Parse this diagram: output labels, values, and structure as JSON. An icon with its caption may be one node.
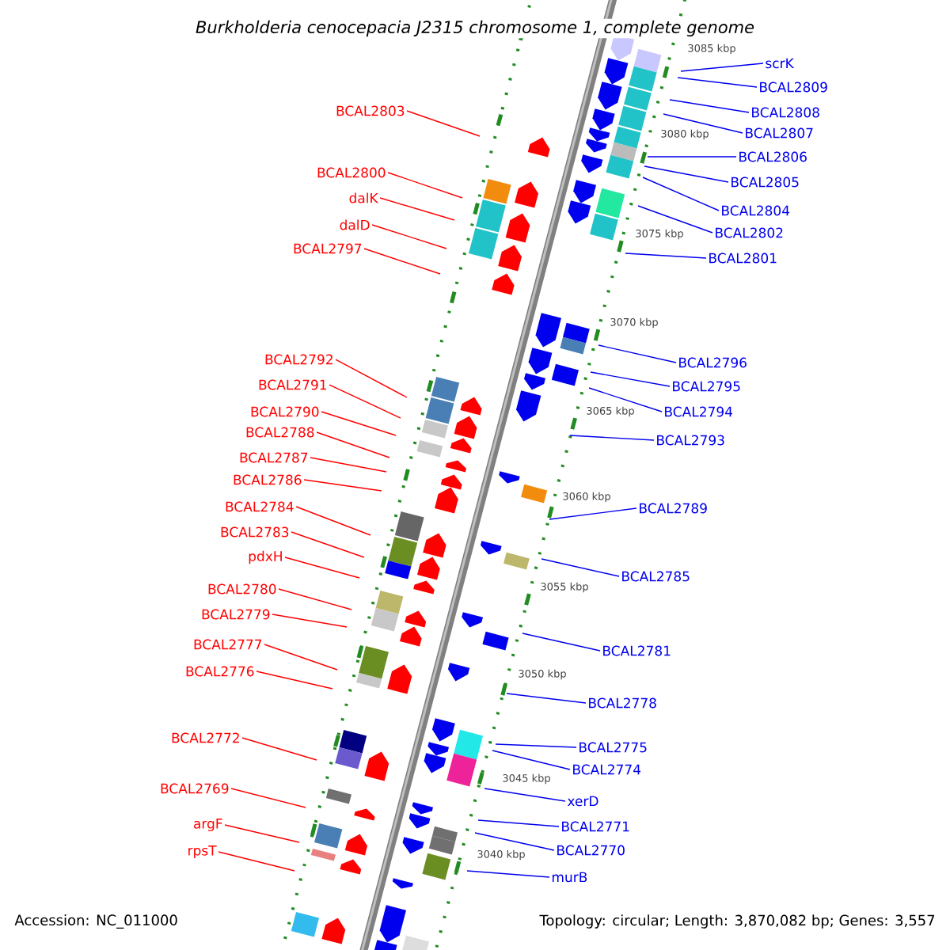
{
  "diagram": {
    "title": "Burkholderia cenocepacia J2315 chromosome 1, complete genome",
    "nodes": [
      {
        "text": [
          "BCAL2803"
        ]
      },
      {
        "text": [
          "BCAL2800"
        ]
      },
      {
        "text": [
          "dalK"
        ]
      },
      {
        "text": [
          "dalD"
        ]
      },
      {
        "text": [
          "BCAL2797"
        ]
      },
      {
        "text": [
          "BCAL2792"
        ]
      },
      {
        "text": [
          "BCAL2791"
        ]
      },
      {
        "text": [
          "BCAL2790"
        ]
      },
      {
        "text": [
          "BCAL2788"
        ]
      },
      {
        "text": [
          "BCAL2787"
        ]
      },
      {
        "text": [
          "BCAL2786"
        ]
      },
      {
        "text": [
          "BCAL2784"
        ]
      },
      {
        "text": [
          "BCAL2783"
        ]
      },
      {
        "text": [
          "pdxH"
        ]
      },
      {
        "text": [
          "BCAL2780"
        ]
      },
      {
        "text": [
          "BCAL2779"
        ]
      },
      {
        "text": [
          "BCAL2777"
        ]
      },
      {
        "text": [
          "BCAL2776"
        ]
      },
      {
        "text": [
          "BCAL2772"
        ]
      },
      {
        "text": [
          "BCAL2769"
        ]
      },
      {
        "text": [
          "argF"
        ]
      },
      {
        "text": [
          "rpsT"
        ]
      },
      {
        "text": [
          "scrK"
        ]
      },
      {
        "text": [
          "BCAL2809"
        ]
      },
      {
        "text": [
          "BCAL2808"
        ]
      },
      {
        "text": [
          "BCAL2807"
        ]
      },
      {
        "text": [
          "BCAL2806"
        ]
      },
      {
        "text": [
          "BCAL2805"
        ]
      },
      {
        "text": [
          "BCAL2804"
        ]
      },
      {
        "text": [
          "BCAL2802"
        ]
      },
      {
        "text": [
          "BCAL2801"
        ]
      },
      {
        "text": [
          "BCAL2796"
        ]
      },
      {
        "text": [
          "BCAL2795"
        ]
      },
      {
        "text": [
          "BCAL2794"
        ]
      },
      {
        "text": [
          "BCAL2793"
        ]
      },
      {
        "text": [
          "BCAL2789"
        ]
      },
      {
        "text": [
          "BCAL2785"
        ]
      },
      {
        "text": [
          "BCAL2781"
        ]
      },
      {
        "text": [
          "BCAL2778"
        ]
      },
      {
        "text": [
          "BCAL2775"
        ]
      },
      {
        "text": [
          "BCAL2774"
        ]
      },
      {
        "text": [
          "xerD"
        ]
      },
      {
        "text": [
          "BCAL2771"
        ]
      },
      {
        "text": [
          "BCAL2770"
        ]
      },
      {
        "text": [
          "murB"
        ]
      }
    ],
    "edges": [
      {
        "from": 0,
        "to": null,
        "arrow": "none",
        "color": "#ff0000"
      },
      {
        "from": 1,
        "to": null,
        "arrow": "none",
        "color": "#ff0000"
      },
      {
        "from": 2,
        "to": null,
        "arrow": "none",
        "color": "#ff0000"
      },
      {
        "from": 3,
        "to": null,
        "arrow": "none",
        "color": "#ff0000"
      },
      {
        "from": 4,
        "to": null,
        "arrow": "none",
        "color": "#ff0000"
      },
      {
        "from": 5,
        "to": null,
        "arrow": "none",
        "color": "#ff0000"
      },
      {
        "from": 6,
        "to": null,
        "arrow": "none",
        "color": "#ff0000"
      },
      {
        "from": 7,
        "to": null,
        "arrow": "none",
        "color": "#ff0000"
      },
      {
        "from": 8,
        "to": null,
        "arrow": "none",
        "color": "#ff0000"
      },
      {
        "from": 9,
        "to": null,
        "arrow": "none",
        "color": "#ff0000"
      },
      {
        "from": 10,
        "to": null,
        "arrow": "none",
        "color": "#ff0000"
      },
      {
        "from": 11,
        "to": null,
        "arrow": "none",
        "color": "#ff0000"
      },
      {
        "from": 12,
        "to": null,
        "arrow": "none",
        "color": "#ff0000"
      },
      {
        "from": 13,
        "to": null,
        "arrow": "none",
        "color": "#ff0000"
      },
      {
        "from": 14,
        "to": null,
        "arrow": "none",
        "color": "#ff0000"
      },
      {
        "from": 15,
        "to": null,
        "arrow": "none",
        "color": "#ff0000"
      },
      {
        "from": 16,
        "to": null,
        "arrow": "none",
        "color": "#ff0000"
      },
      {
        "from": 17,
        "to": null,
        "arrow": "none",
        "color": "#ff0000"
      },
      {
        "from": 18,
        "to": null,
        "arrow": "none",
        "color": "#ff0000"
      },
      {
        "from": 19,
        "to": null,
        "arrow": "none",
        "color": "#ff0000"
      },
      {
        "from": 20,
        "to": null,
        "arrow": "none",
        "color": "#ff0000"
      },
      {
        "from": 21,
        "to": null,
        "arrow": "none",
        "color": "#ff0000"
      },
      {
        "from": 22,
        "to": null,
        "arrow": "none"
      },
      {
        "from": 23,
        "to": null,
        "arrow": "none"
      },
      {
        "from": 24,
        "to": null,
        "arrow": "none"
      },
      {
        "from": 25,
        "to": null,
        "arrow": "none"
      },
      {
        "from": 26,
        "to": null,
        "arrow": "none"
      },
      {
        "from": 27,
        "to": null,
        "arrow": "none"
      },
      {
        "from": 28,
        "to": null,
        "arrow": "none"
      },
      {
        "from": 29,
        "to": null,
        "arrow": "none"
      },
      {
        "from": 30,
        "to": null,
        "arrow": "none"
      },
      {
        "from": 31,
        "to": null,
        "arrow": "none"
      },
      {
        "from": 32,
        "to": null,
        "arrow": "none"
      },
      {
        "from": 33,
        "to": null,
        "arrow": "none"
      },
      {
        "from": 34,
        "to": null,
        "arrow": "none"
      },
      {
        "from": 35,
        "to": null,
        "arrow": "none"
      },
      {
        "from": 36,
        "to": null,
        "arrow": "none"
      },
      {
        "from": 37,
        "to": null,
        "arrow": "none"
      },
      {
        "from": 38,
        "to": null,
        "arrow": "none"
      },
      {
        "from": 39,
        "to": null,
        "arrow": "none"
      },
      {
        "from": 40,
        "to": null,
        "arrow": "none"
      },
      {
        "from": 41,
        "to": null,
        "arrow": "none"
      },
      {
        "from": 42,
        "to": null,
        "arrow": "none"
      },
      {
        "from": 43,
        "to": null,
        "arrow": "none"
      },
      {
        "from": 44,
        "to": null,
        "arrow": "none"
      }
    ],
    "labels": [
      "3085 kbp",
      "3080 kbp",
      "3075 kbp",
      "3070 kbp",
      "3065 kbp",
      "3060 kbp",
      "3055 kbp",
      "3050 kbp",
      "3045 kbp",
      "3040 kbp",
      "Accession: NC_011000",
      "Topology: circular; Length: 3,870,082 bp; Genes: 3,557"
    ]
  }
}
